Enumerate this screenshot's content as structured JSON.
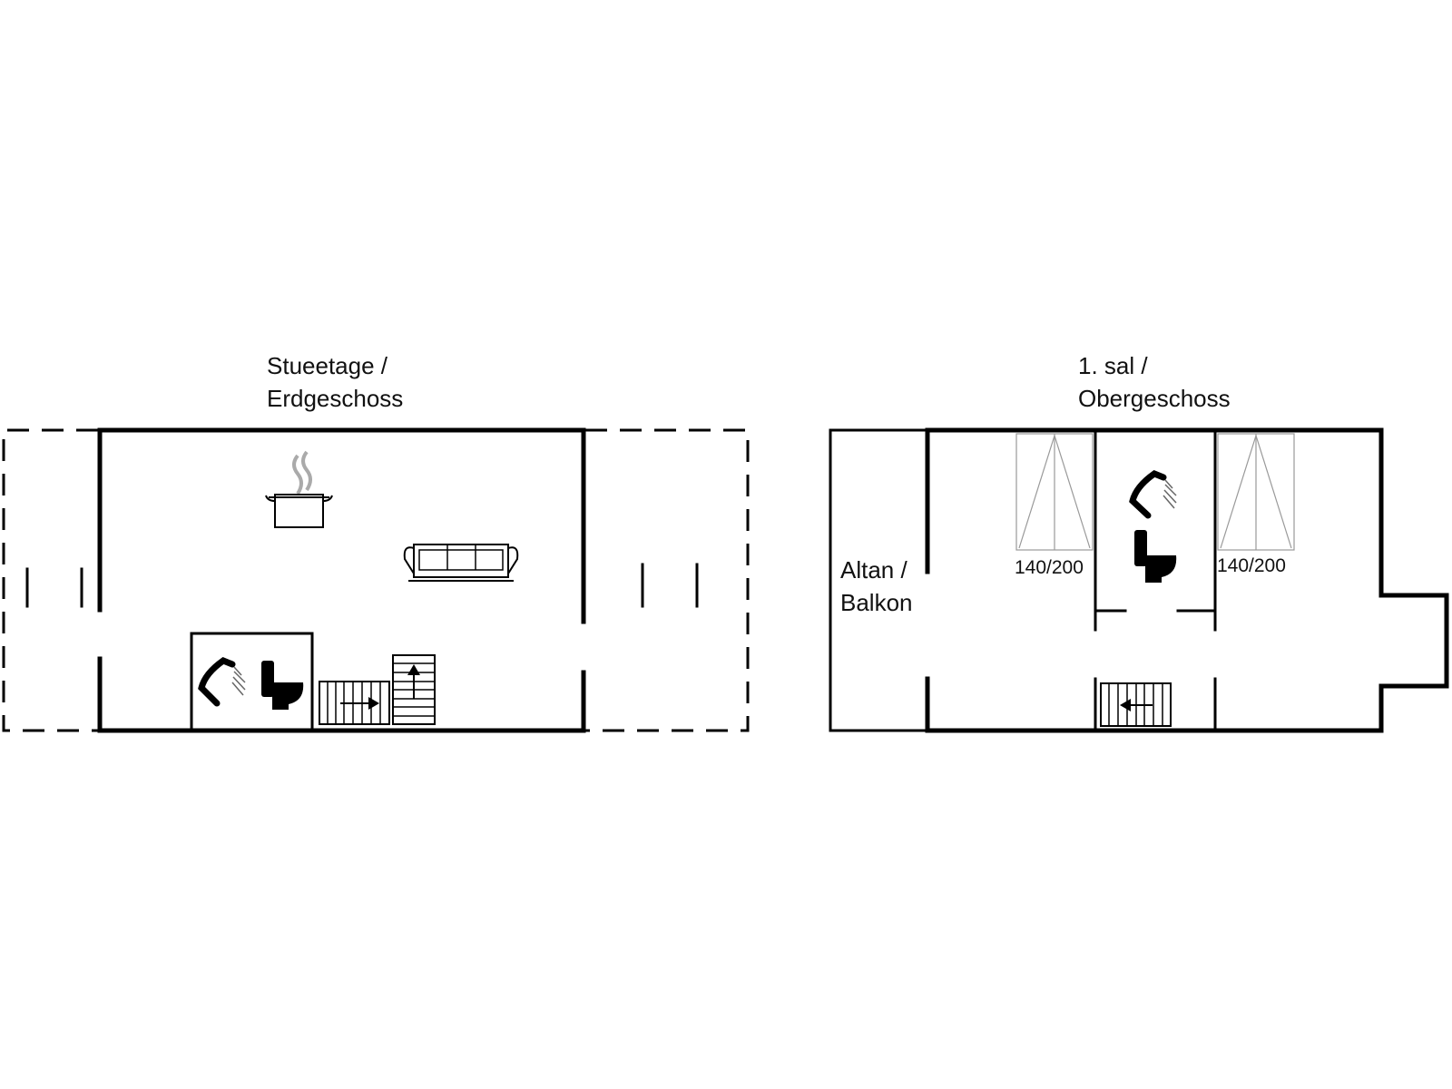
{
  "ground_floor": {
    "title_line1": "Stueetage /",
    "title_line2": "Erdgeschoss"
  },
  "first_floor": {
    "title_line1": "1. sal /",
    "title_line2": "Obergeschoss",
    "balcony_line1": "Altan /",
    "balcony_line2": "Balkon",
    "bed_left": "140/200",
    "bed_right": "140/200"
  },
  "icons": [
    "cooking-pot-icon",
    "sofa-icon",
    "shower-icon",
    "toilet-icon",
    "stairs-icon",
    "double-bed-icon"
  ],
  "colors": {
    "lines": "#000000",
    "bed_lines": "#999999",
    "background": "#ffffff"
  }
}
